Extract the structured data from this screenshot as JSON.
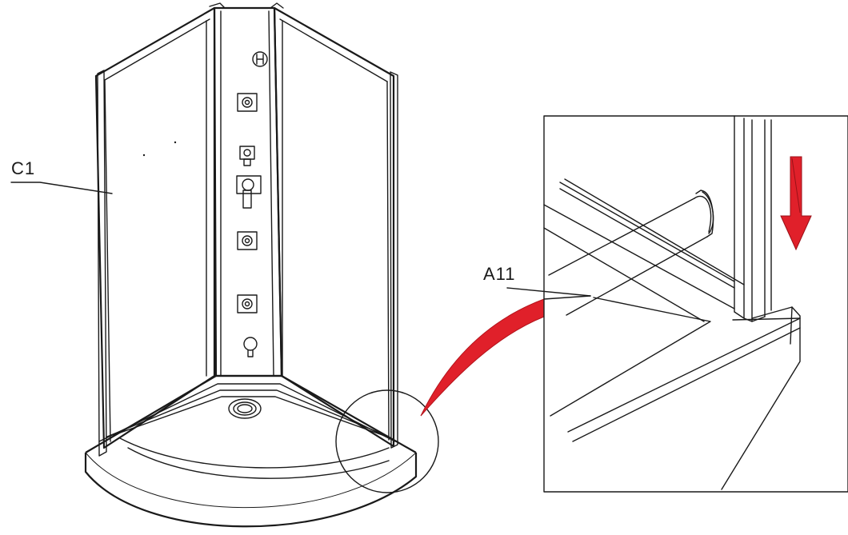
{
  "labels": {
    "c1": "C1",
    "a11": "A11"
  },
  "colors": {
    "line": "#1a1a1a",
    "arrow_red": "#e0202a",
    "background": "#ffffff"
  },
  "icons": {
    "direction_arrow": "red-down-arrow",
    "callout": "red-curved-callout"
  }
}
